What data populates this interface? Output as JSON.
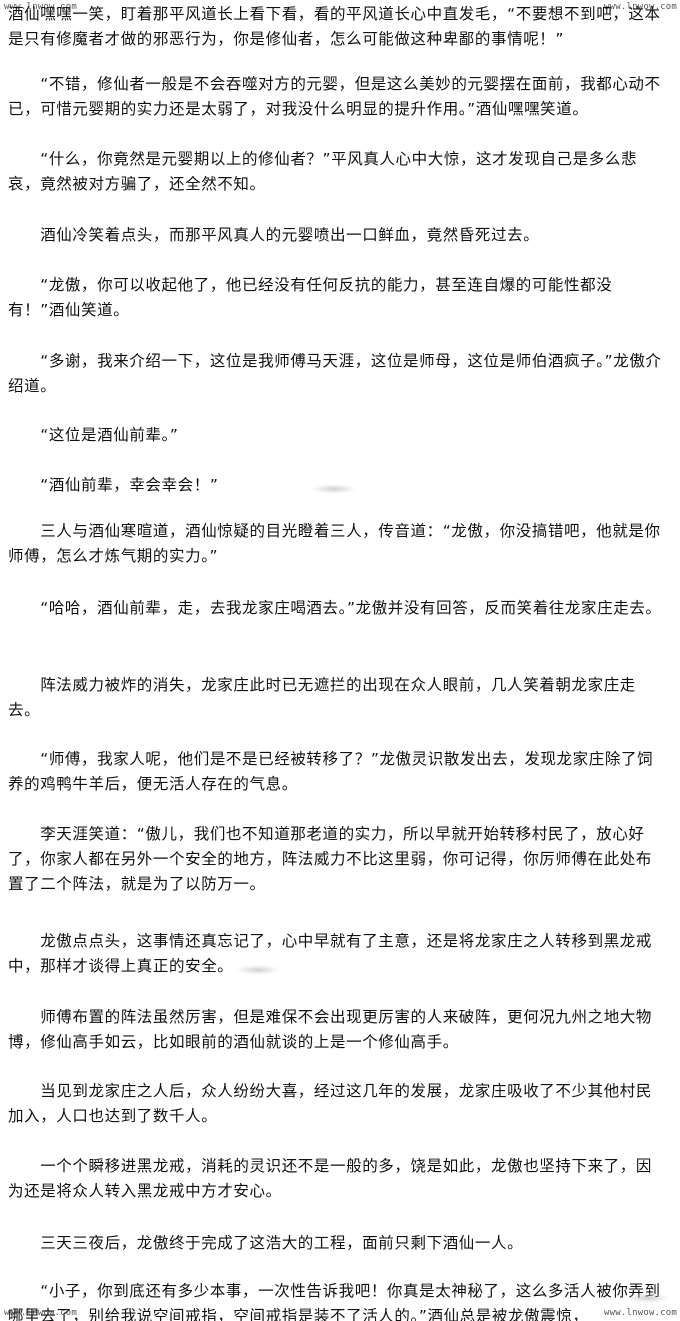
{
  "watermarks": {
    "top_left": "www.lnwow.com",
    "top_right": "www.lnwow.com",
    "bottom_left": "www.lnwow.com",
    "bottom_right": "www.lnwow.com"
  },
  "paragraphs": [
    {
      "text": "酒仙嘿嘿一笑，盯着那平风道长上看下看，看的平风道长心中直发毛，“不要想不到吧，这本是只有修魔者才做的邪恶行为，你是修仙者，怎么可能做这种卑鄙的事情呢！”"
    },
    {
      "text": "　　“不错，修仙者一般是不会吞噬对方的元婴，但是这么美妙的元婴摆在面前，我都心动不已，可惜元婴期的实力还是太弱了，对我没什么明显的提升作用。”酒仙嘿嘿笑道。"
    },
    {
      "text": "　　“什么，你竟然是元婴期以上的修仙者？”平风真人心中大惊，这才发现自己是多么悲哀，竟然被对方骗了，还全然不知。"
    },
    {
      "text": "　　酒仙冷笑着点头，而那平风真人的元婴喷出一口鲜血，竟然昏死过去。"
    },
    {
      "text": "　　“龙傲，你可以收起他了，他已经没有任何反抗的能力，甚至连自爆的可能性都没有！”酒仙笑道。"
    },
    {
      "text": "　　“多谢，我来介绍一下，这位是我师傅马天涯，这位是师母，这位是师伯酒疯子。”龙傲介绍道。"
    },
    {
      "text": "　　“这位是酒仙前辈。”"
    },
    {
      "text": "　　“酒仙前辈，幸会幸会！”"
    },
    {
      "text": "　　三人与酒仙寒暄道，酒仙惊疑的目光瞪着三人，传音道：“龙傲，你没搞错吧，他就是你师傅，怎么才炼气期的实力。”"
    },
    {
      "text": "　　“哈哈，酒仙前辈，走，去我龙家庄喝酒去。”龙傲并没有回答，反而笑着往龙家庄走去。"
    },
    {
      "text": "　　阵法威力被炸的消失，龙家庄此时已无遮拦的出现在众人眼前，几人笑着朝龙家庄走去。"
    },
    {
      "text": "　　“师傅，我家人呢，他们是不是已经被转移了？”龙傲灵识散发出去，发现龙家庄除了饲养的鸡鸭牛羊后，便无活人存在的气息。"
    },
    {
      "text": "　　李天涯笑道：“傲儿，我们也不知道那老道的实力，所以早就开始转移村民了，放心好了，你家人都在另外一个安全的地方，阵法威力不比这里弱，你可记得，你厉师傅在此处布置了二个阵法，就是为了以防万一。"
    },
    {
      "text": "　　龙傲点点头，这事情还真忘记了，心中早就有了主意，还是将龙家庄之人转移到黑龙戒中，那样才谈得上真正的安全。"
    },
    {
      "text": "　　师傅布置的阵法虽然厉害，但是难保不会出现更厉害的人来破阵，更何况九州之地大物博，修仙高手如云，比如眼前的酒仙就谈的上是一个修仙高手。"
    },
    {
      "text": "　　当见到龙家庄之人后，众人纷纷大喜，经过这几年的发展，龙家庄吸收了不少其他村民加入，人口也达到了数千人。"
    },
    {
      "text": "　　一个个瞬移进黑龙戒，消耗的灵识还不是一般的多，饶是如此，龙傲也坚持下来了，因为还是将众人转入黑龙戒中方才安心。"
    },
    {
      "text": "　　三天三夜后，龙傲终于完成了这浩大的工程，面前只剩下酒仙一人。"
    },
    {
      "text": "　　“小子，你到底还有多少本事，一次性告诉我吧！你真是太神秘了，这么多活人被你弄到哪里去了，别给我说空间戒指，空间戒指是装不了活人的。”酒仙总是被龙傲震惊，"
    }
  ]
}
